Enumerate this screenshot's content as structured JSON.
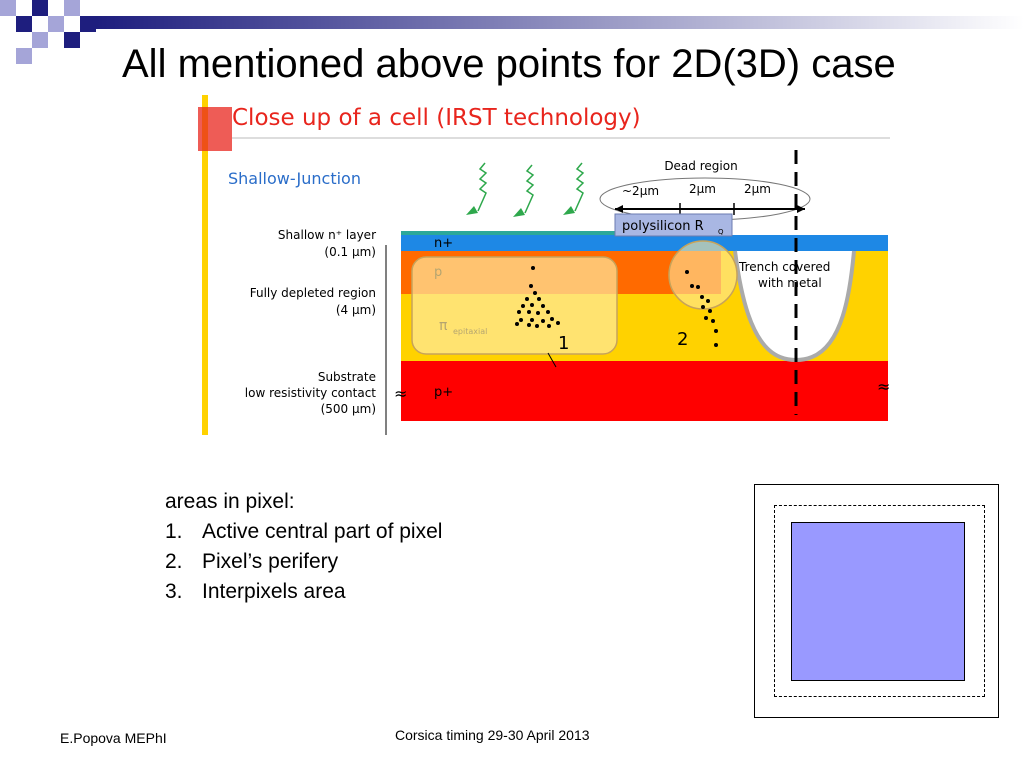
{
  "slide": {
    "title": "All mentioned above points for 2D(3D) case",
    "footer_left": "E.Popova MEPhI",
    "footer_center": "Corsica timing 29-30 April 2013"
  },
  "figure": {
    "heading": "Close up of a cell (IRST technology)",
    "subheading": "Shallow-Junction",
    "left_labels": {
      "shallow_layer_1": "Shallow n⁺ layer",
      "shallow_layer_2": "(0.1 μm)",
      "depleted_1": "Fully depleted region",
      "depleted_2": "(4 μm)",
      "substrate_1": "Substrate",
      "substrate_2": "low resistivity contact",
      "substrate_3": "(500 μm)"
    },
    "layer_labels": {
      "n_plus": "n+",
      "p": "p",
      "pi": "π",
      "pi_sub": "epitaxial",
      "p_plus": "p+"
    },
    "dead_region": {
      "label": "Dead region",
      "d1": "~2μm",
      "d2": "2μm",
      "d3": "2μm"
    },
    "polysilicon": "polysilicon R",
    "polysilicon_sub": "Q",
    "trench_1": "Trench covered",
    "trench_2": "with metal",
    "area_1": "1",
    "area_2": "2",
    "break_mark": "≈"
  },
  "areas": {
    "heading": "areas in pixel:",
    "items": [
      {
        "num": "1.",
        "label": "Active central part of pixel"
      },
      {
        "num": "2.",
        "label": "Pixel’s perifery"
      },
      {
        "num": "3.",
        "label": "Interpixels area"
      }
    ]
  },
  "colors": {
    "navy": "#1e1e7e",
    "lavender": "#a5a5d8",
    "n_layer": "#1e88e5",
    "p_layer": "#ff6a00",
    "epitaxial": "#ffd200",
    "substrate": "#ff0000",
    "pixel_fill": "#9999ff",
    "heading": "#e8251d",
    "subheading": "#2a6dc9"
  }
}
